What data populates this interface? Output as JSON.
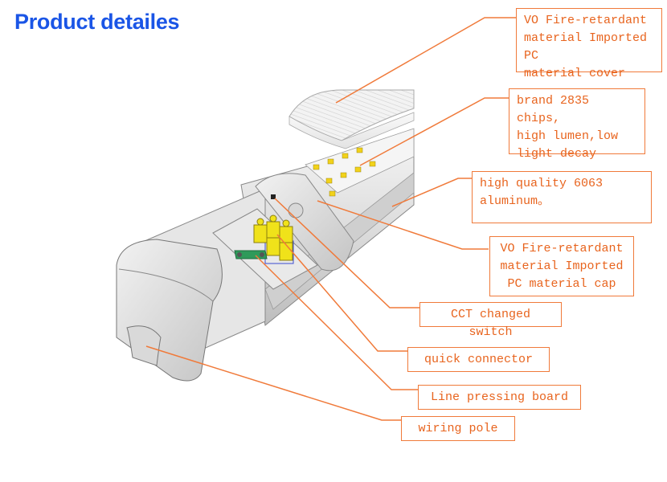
{
  "title": "Product detailes",
  "colors": {
    "title": "#1a55e6",
    "callout": "#f07a3a",
    "text": "#e8641e",
    "chip": "#f2d21a",
    "connector": "#f0e21a",
    "board": "#2e9a5a"
  },
  "callouts": [
    {
      "id": "cover",
      "text": "VO Fire-retardant\nmaterial Imported PC\nmaterial cover"
    },
    {
      "id": "chips",
      "text": "brand 2835 chips,\nhigh lumen,low\nlight decay"
    },
    {
      "id": "aluminum",
      "text": "high quality 6063\naluminum。"
    },
    {
      "id": "cap",
      "text": "VO Fire-retardant\nmaterial Imported\nPC material cap"
    },
    {
      "id": "switch",
      "text": "CCT changed switch"
    },
    {
      "id": "connector",
      "text": "quick connector"
    },
    {
      "id": "board",
      "text": "Line pressing board"
    },
    {
      "id": "pole",
      "text": "wiring pole"
    }
  ]
}
